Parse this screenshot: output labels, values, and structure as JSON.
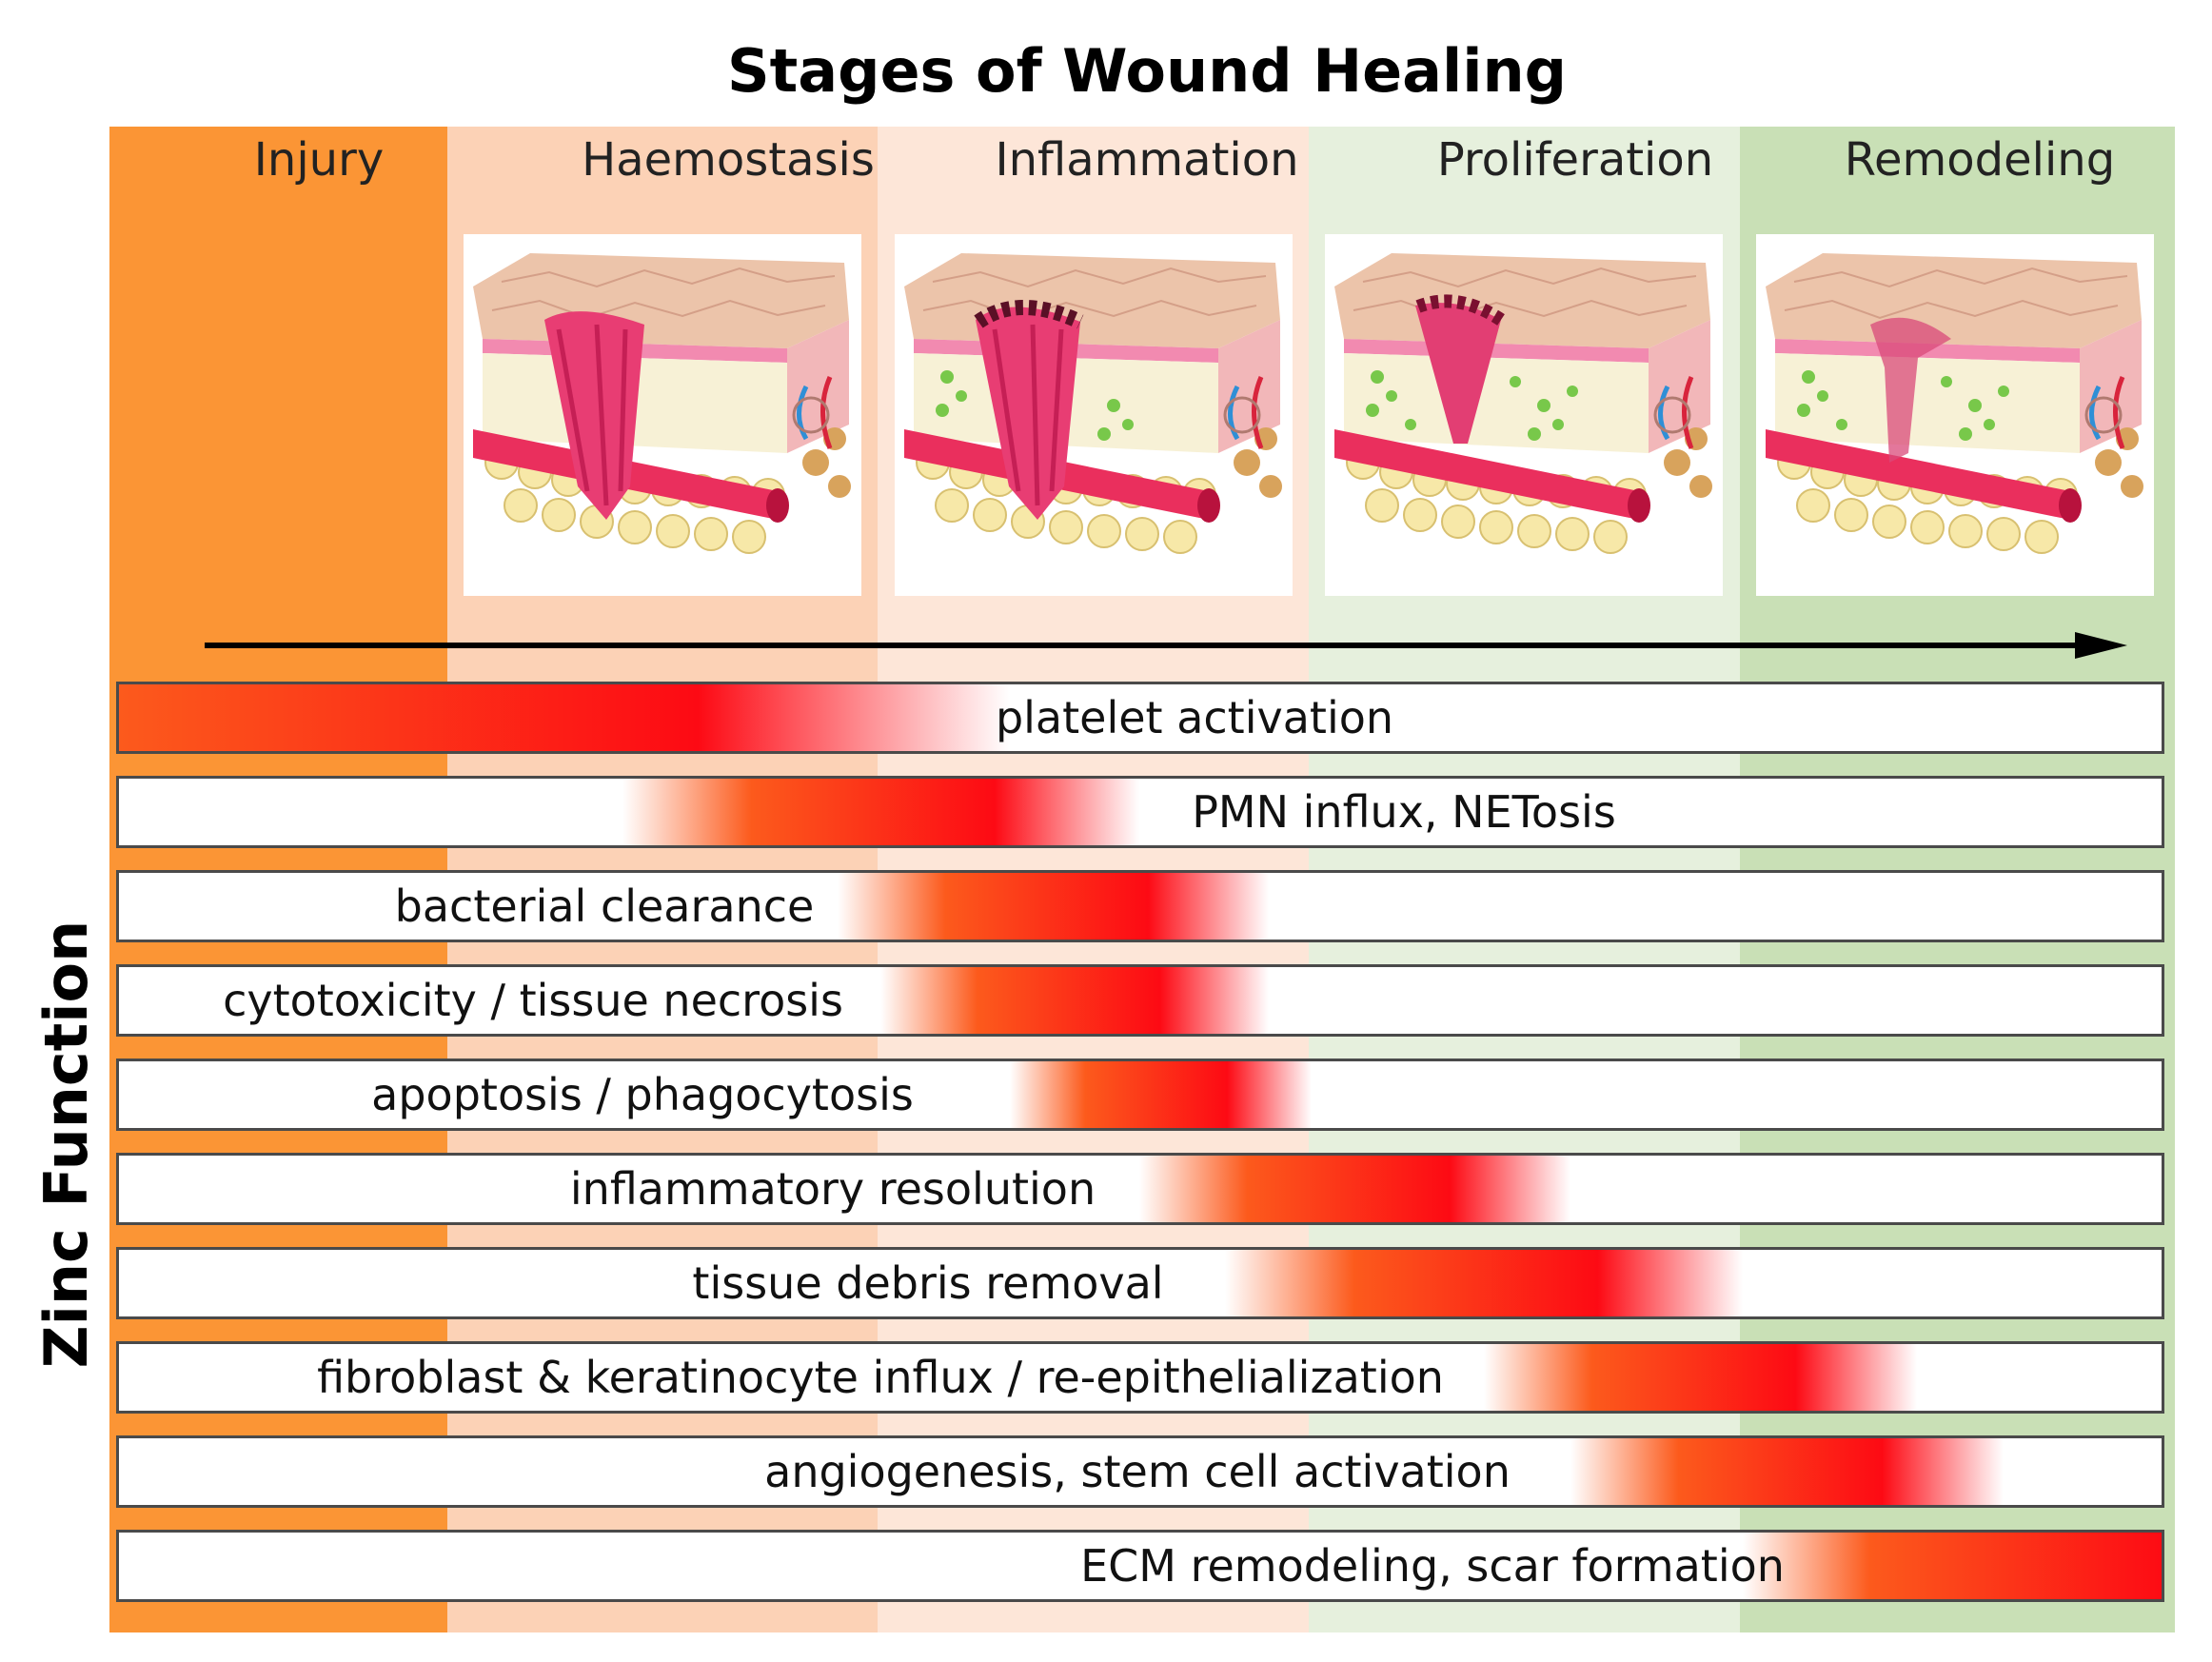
{
  "title": "Stages of Wound Healing",
  "side_label": "Zinc Function",
  "colors": {
    "injury": "#fb9535",
    "haemostasis": "#fcd2b6",
    "inflammation": "#fde6d8",
    "proliferation": "#e6f0dd",
    "remodeling": "#c9e0b6",
    "gradient_orange": "#fc5a1c",
    "gradient_red": "#fd0a14",
    "bar_border": "#4a4a4a"
  },
  "stages": [
    {
      "name": "Injury",
      "image": null
    },
    {
      "name": "Haemostasis",
      "image": "skin-wound-haemostasis"
    },
    {
      "name": "Inflammation",
      "image": "skin-wound-inflammation"
    },
    {
      "name": "Proliferation",
      "image": "skin-wound-proliferation"
    },
    {
      "name": "Remodeling",
      "image": "skin-wound-remodeling"
    }
  ],
  "functions": [
    {
      "label": "platelet activation",
      "stage_start": 0.0,
      "stage_end": 2.3
    },
    {
      "label": "PMN influx, NETosis",
      "stage_start": 1.4,
      "stage_end": 2.6
    },
    {
      "label": "bacterial clearance",
      "stage_start": 1.9,
      "stage_end": 2.9
    },
    {
      "label": "cytotoxicity / tissue necrosis",
      "stage_start": 2.0,
      "stage_end": 2.9
    },
    {
      "label": "apoptosis / phagocytosis",
      "stage_start": 2.3,
      "stage_end": 3.0
    },
    {
      "label": "inflammatory resolution",
      "stage_start": 2.6,
      "stage_end": 3.6
    },
    {
      "label": "tissue debris removal",
      "stage_start": 2.8,
      "stage_end": 4.0
    },
    {
      "label": "fibroblast & keratinocyte influx / re-epithelialization",
      "stage_start": 3.4,
      "stage_end": 4.4
    },
    {
      "label": "angiogenesis, stem cell activation",
      "stage_start": 3.6,
      "stage_end": 4.6
    },
    {
      "label": "ECM remodeling, scar formation",
      "stage_start": 4.0,
      "stage_end": 5.0
    }
  ]
}
